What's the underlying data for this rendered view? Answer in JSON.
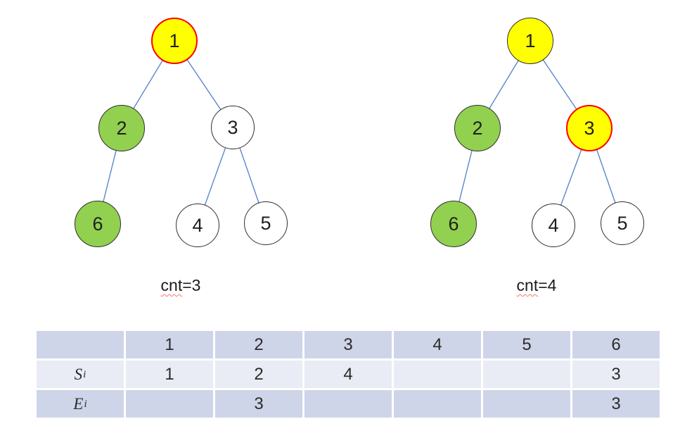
{
  "trees": [
    {
      "name": "left-tree",
      "caption": {
        "word": "cnt",
        "rest": "=3"
      },
      "nodes": [
        {
          "label": "1",
          "state": "current-highlighted",
          "fill": "yellow",
          "border": "red"
        },
        {
          "label": "2",
          "state": "visited",
          "fill": "green",
          "border": "dark"
        },
        {
          "label": "3",
          "state": "unvisited",
          "fill": "white",
          "border": "dark"
        },
        {
          "label": "4",
          "state": "unvisited",
          "fill": "white",
          "border": "dark"
        },
        {
          "label": "5",
          "state": "unvisited",
          "fill": "white",
          "border": "dark"
        },
        {
          "label": "6",
          "state": "visited",
          "fill": "green",
          "border": "dark"
        }
      ],
      "edges": [
        [
          "1",
          "2"
        ],
        [
          "1",
          "3"
        ],
        [
          "2",
          "6"
        ],
        [
          "3",
          "4"
        ],
        [
          "3",
          "5"
        ]
      ]
    },
    {
      "name": "right-tree",
      "caption": {
        "word": "cnt",
        "rest": "=4"
      },
      "nodes": [
        {
          "label": "1",
          "state": "visited",
          "fill": "yellow",
          "border": "dark"
        },
        {
          "label": "2",
          "state": "visited",
          "fill": "green",
          "border": "dark"
        },
        {
          "label": "3",
          "state": "current-highlighted",
          "fill": "yellow",
          "border": "red"
        },
        {
          "label": "4",
          "state": "unvisited",
          "fill": "white",
          "border": "dark"
        },
        {
          "label": "5",
          "state": "unvisited",
          "fill": "white",
          "border": "dark"
        },
        {
          "label": "6",
          "state": "visited",
          "fill": "green",
          "border": "dark"
        }
      ],
      "edges": [
        [
          "1",
          "2"
        ],
        [
          "1",
          "3"
        ],
        [
          "2",
          "6"
        ],
        [
          "3",
          "4"
        ],
        [
          "3",
          "5"
        ]
      ]
    }
  ],
  "table": {
    "header": [
      "",
      "1",
      "2",
      "3",
      "4",
      "5",
      "6"
    ],
    "rows": [
      {
        "name_base": "S",
        "name_sub": "i",
        "values": [
          "1",
          "2",
          "4",
          "",
          "",
          "3"
        ]
      },
      {
        "name_base": "E",
        "name_sub": "i",
        "values": [
          "",
          "3",
          "",
          "",
          "",
          "3"
        ]
      }
    ]
  },
  "colors": {
    "node_yellow": "#ffff00",
    "node_green": "#92d050",
    "node_white": "#ffffff",
    "highlight_border": "#ff0000",
    "node_border": "#2f2f2f",
    "edge_blue": "#5b87cc",
    "table_band_dark": "#cfd5e8",
    "table_band_light": "#e9ebf5",
    "squiggle_red": "#ff7070",
    "background": "#ffffff"
  }
}
